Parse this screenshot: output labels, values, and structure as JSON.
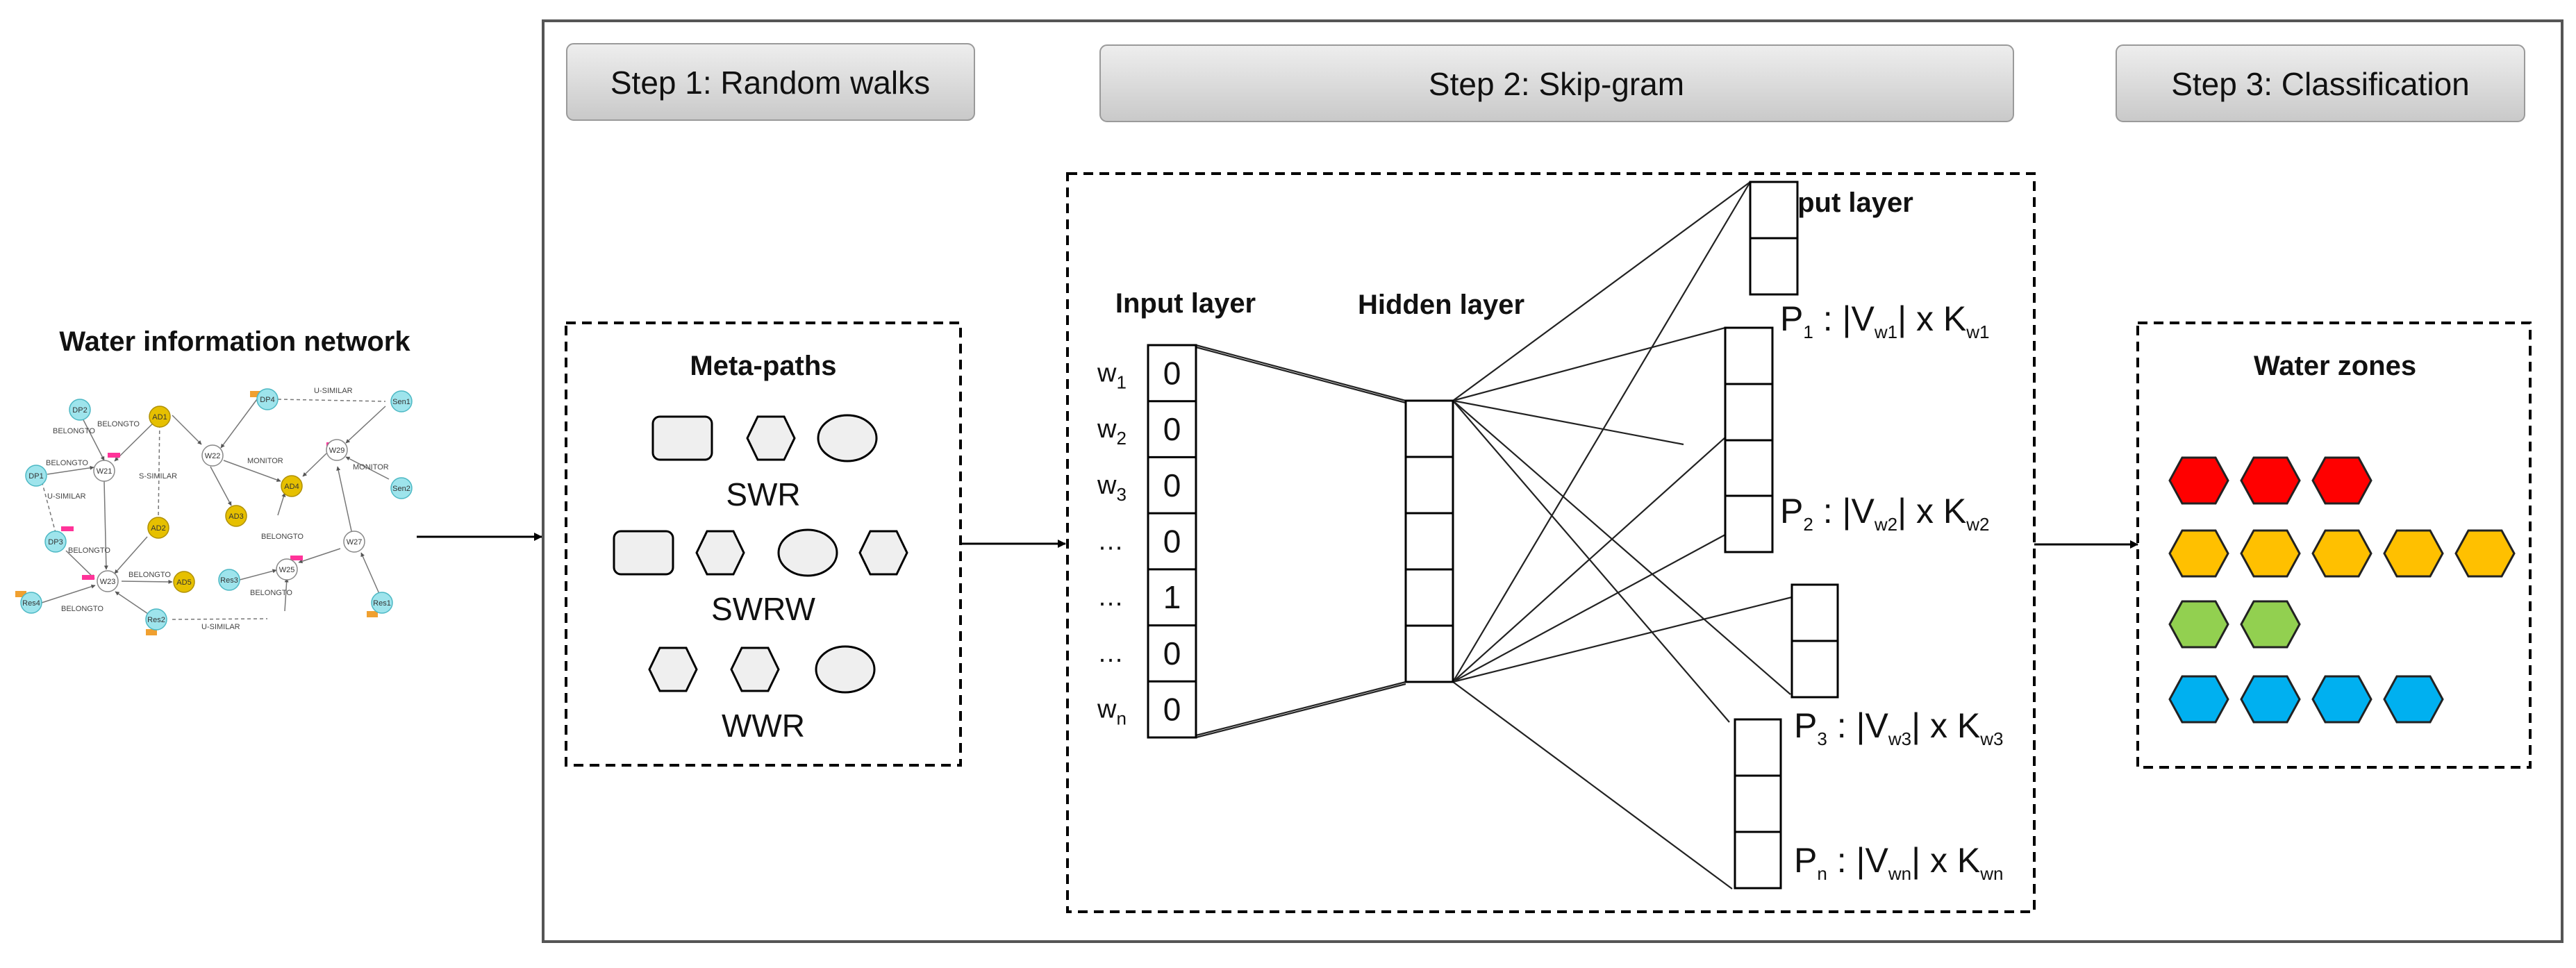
{
  "network": {
    "title": "Water information network",
    "nodes": [
      "DP2",
      "AD1",
      "DP4",
      "Sen1",
      "W21",
      "W22",
      "W29",
      "DP1",
      "Sen2",
      "AD4",
      "AD3",
      "AD2",
      "DP3",
      "W27",
      "W23",
      "AD5",
      "Res3",
      "W25",
      "Res1",
      "Res4",
      "Res2"
    ],
    "edge_labels": [
      "BELONGTO",
      "BELONGTO",
      "U-SIMILAR",
      "S-SIMILAR",
      "MONITOR",
      "MONITOR",
      "BELONGTO",
      "BELONGTO",
      "U-SIMILAR",
      "BELONGTO",
      "BELONGTO",
      "BELONGTO",
      "U-SIMILAR",
      "BELONGTO"
    ]
  },
  "steps": {
    "step1": "Step 1: Random walks",
    "step2": "Step 2: Skip-gram",
    "step3": "Step 3: Classification"
  },
  "metapaths": {
    "title": "Meta-paths",
    "items": [
      "SWR",
      "SWRW",
      "WWR"
    ]
  },
  "skipgram": {
    "input_title": "Input layer",
    "hidden_title": "Hidden layer",
    "output_title": "Output layer",
    "input_values": [
      "0",
      "0",
      "0",
      "0",
      "1",
      "0",
      "0"
    ],
    "row_labels": [
      {
        "base": "w",
        "sub": "1"
      },
      {
        "base": "w",
        "sub": "2"
      },
      {
        "base": "w",
        "sub": "3"
      },
      {
        "base": "…",
        "sub": ""
      },
      {
        "base": "…",
        "sub": ""
      },
      {
        "base": "…",
        "sub": ""
      },
      {
        "base": "w",
        "sub": "n"
      }
    ],
    "outputs": [
      {
        "p": "P",
        "ps": "1",
        "mid": " : |V",
        "vs": "w1",
        "post": "| x K",
        "ks": "w1"
      },
      {
        "p": "P",
        "ps": "2",
        "mid": " : |V",
        "vs": "w2",
        "post": "| x K",
        "ks": "w2"
      },
      {
        "p": "P",
        "ps": "3",
        "mid": " : |V",
        "vs": "w3",
        "post": "| x K",
        "ks": "w3"
      },
      {
        "p": "P",
        "ps": "n",
        "mid": " : |V",
        "vs": "wn",
        "post": "| x K",
        "ks": "wn"
      }
    ]
  },
  "zones": {
    "title": "Water zones",
    "colors": {
      "red": "#ff0000",
      "orange": "#ffc000",
      "green": "#92d050",
      "blue": "#00b0f0"
    },
    "rows": [
      {
        "color": "red",
        "count": 3
      },
      {
        "color": "orange",
        "count": 5
      },
      {
        "color": "green",
        "count": 2
      },
      {
        "color": "blue",
        "count": 4
      }
    ]
  }
}
